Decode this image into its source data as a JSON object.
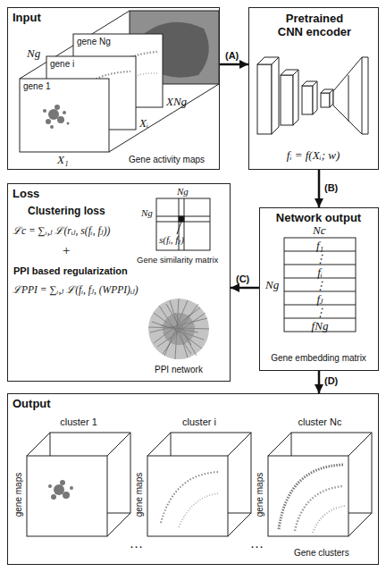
{
  "diagram": {
    "nodes": [
      {
        "text": [
          "Input",
          "Gene activity maps"
        ]
      },
      {
        "text": [
          "Pretrained CNN encoder",
          "fᵢ = f(Xᵢ; w)"
        ]
      },
      {
        "text": [
          "Network output",
          "Gene embedding matrix"
        ]
      },
      {
        "text": [
          "Loss",
          "Clustering loss",
          "PPI based regularization",
          "Gene similarity matrix",
          "PPI network"
        ]
      },
      {
        "text": [
          "Output",
          "Gene clusters"
        ]
      }
    ],
    "edges": [
      {
        "from": 0,
        "to": 1,
        "arrow": "to",
        "label": "(A)"
      },
      {
        "from": 1,
        "to": 2,
        "arrow": "to",
        "label": "(B)"
      },
      {
        "from": 2,
        "to": 3,
        "arrow": "to",
        "label": "(C)"
      },
      {
        "from": 2,
        "to": 4,
        "arrow": "to",
        "label": "(D)"
      }
    ],
    "labels": [
      "Ng",
      "gene Ng",
      "gene i",
      "gene 1",
      "X₁",
      "Xᵢ",
      "XNg",
      "ℒc = ∑ᵢ,ⱼ ℒ(rᵢⱼ, s(fᵢ, fⱼ))",
      "+",
      "ℒPPI = ∑ᵢ,ⱼ ℒ(fᵢ, fⱼ, (WPPI)ᵢⱼ)",
      "Ng",
      "Ng",
      "s(fᵢ, fⱼ)",
      "Nc",
      "Ng",
      "f₁",
      "⋮",
      "fᵢ",
      "⋮",
      "fⱼ",
      "⋮",
      "fNg",
      "cluster 1",
      "cluster i",
      "cluster Nc",
      "gene maps",
      "gene maps",
      "gene maps",
      "…",
      "…"
    ]
  }
}
